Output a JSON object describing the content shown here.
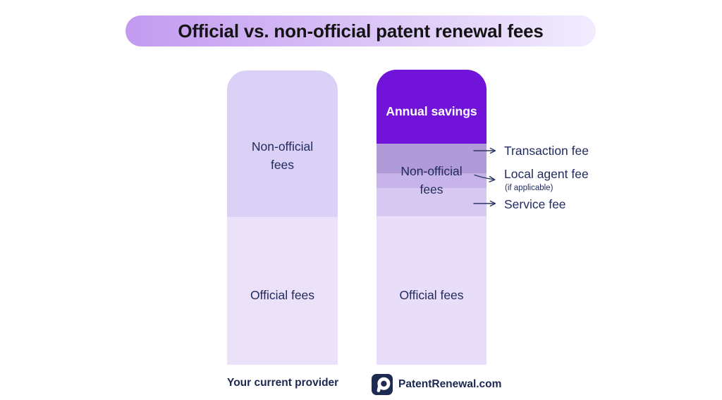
{
  "title": "Official vs. non-official patent renewal fees",
  "left_bar": {
    "caption": "Your current provider",
    "non_official_label": "Non-official\nfees",
    "official_label": "Official fees"
  },
  "right_bar": {
    "caption": "PatentRenewal.com",
    "annual_savings_label": "Annual savings",
    "non_official_label": "Non-official\nfees",
    "official_label": "Official fees"
  },
  "callouts": {
    "transaction": "Transaction fee",
    "local_agent": "Local agent fee",
    "local_agent_note": "(if applicable)",
    "service": "Service fee"
  },
  "colors": {
    "title_grad_start": "#c29af0",
    "title_grad_end": "#f2ecfe",
    "title_text": "#141414",
    "annual_savings": "#7113d8",
    "seg_transaction": "#b19ad8",
    "seg_local_agent": "#c6b3e7",
    "seg_service": "#d7c8f1",
    "left_non_official": "#dbd0f6",
    "left_official": "#ebe2fa",
    "right_official": "#e9def9",
    "navy": "#222b5e",
    "caption_navy": "#1c2752",
    "arrow": "#2b3462",
    "logo_bg": "#1d2b52"
  },
  "chart_data": {
    "type": "bar",
    "subtype": "stacked-comparison-infographic",
    "title": "Official vs. non-official patent renewal fees",
    "categories": [
      "Your current provider",
      "PatentRenewal.com"
    ],
    "unit": "percent of current-provider total cost (estimated from bar segment heights)",
    "stacks": [
      {
        "category": "Your current provider",
        "segments": [
          {
            "label": "Official fees",
            "value": 50
          },
          {
            "label": "Non-official fees",
            "value": 50
          }
        ]
      },
      {
        "category": "PatentRenewal.com",
        "segments": [
          {
            "label": "Official fees",
            "value": 50
          },
          {
            "label": "Service fee",
            "value": 10
          },
          {
            "label": "Local agent fee (if applicable)",
            "value": 5
          },
          {
            "label": "Transaction fee",
            "value": 10
          },
          {
            "label": "Annual savings",
            "value": 25
          }
        ]
      }
    ],
    "annotations": [
      "Arrows point from the PatentRenewal.com non-official portion to: Transaction fee, Local agent fee (if applicable), Service fee",
      "Annual savings shown as top segment of PatentRenewal.com bar"
    ],
    "legend": false,
    "axes": false,
    "grid": false
  }
}
